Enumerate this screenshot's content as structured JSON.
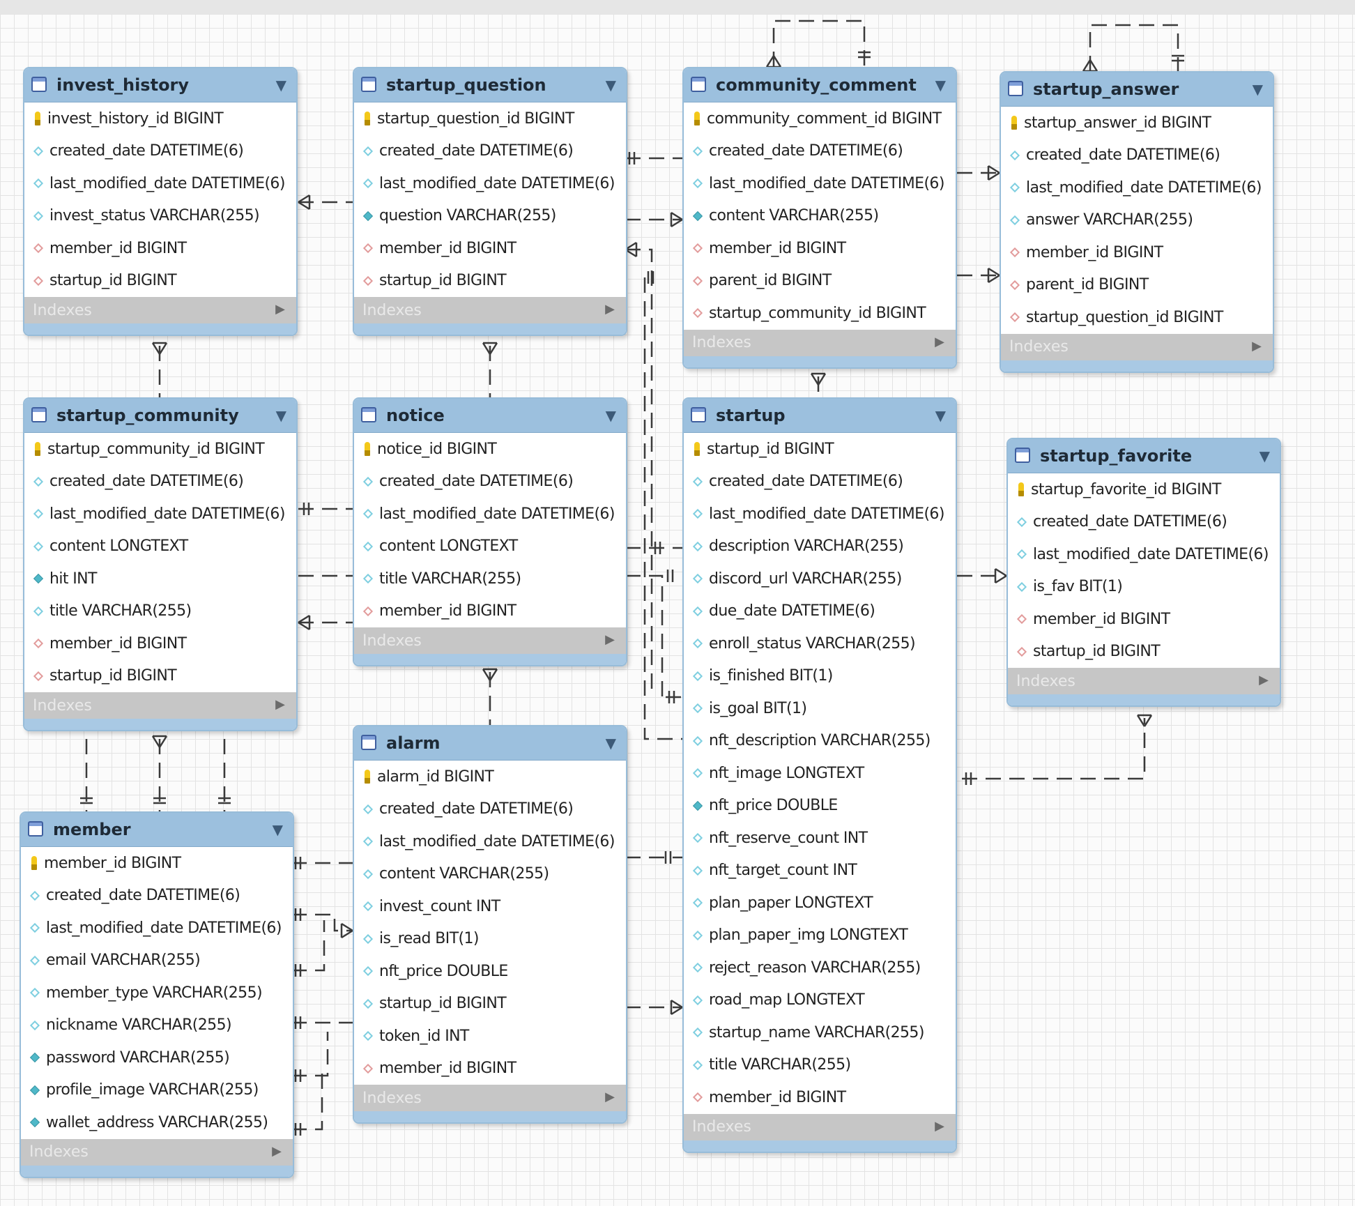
{
  "tables": {
    "invest_history": {
      "name": "invest_history",
      "columns": [
        {
          "kind": "pk",
          "text": "invest_history_id BIGINT"
        },
        {
          "kind": "nn",
          "text": "created_date DATETIME(6)"
        },
        {
          "kind": "nn",
          "text": "last_modified_date DATETIME(6)"
        },
        {
          "kind": "nn",
          "text": "invest_status VARCHAR(255)"
        },
        {
          "kind": "fk",
          "text": "member_id BIGINT"
        },
        {
          "kind": "fk",
          "text": "startup_id BIGINT"
        }
      ],
      "footer": "Indexes"
    },
    "startup_question": {
      "name": "startup_question",
      "columns": [
        {
          "kind": "pk",
          "text": "startup_question_id BIGINT"
        },
        {
          "kind": "nn",
          "text": "created_date DATETIME(6)"
        },
        {
          "kind": "nn",
          "text": "last_modified_date DATETIME(6)"
        },
        {
          "kind": "fill",
          "text": "question VARCHAR(255)"
        },
        {
          "kind": "fk",
          "text": "member_id BIGINT"
        },
        {
          "kind": "fk",
          "text": "startup_id BIGINT"
        }
      ],
      "footer": "Indexes"
    },
    "community_comment": {
      "name": "community_comment",
      "columns": [
        {
          "kind": "pk",
          "text": "community_comment_id BIGINT"
        },
        {
          "kind": "nn",
          "text": "created_date DATETIME(6)"
        },
        {
          "kind": "nn",
          "text": "last_modified_date DATETIME(6)"
        },
        {
          "kind": "fill",
          "text": "content VARCHAR(255)"
        },
        {
          "kind": "fk",
          "text": "member_id BIGINT"
        },
        {
          "kind": "fk",
          "text": "parent_id BIGINT"
        },
        {
          "kind": "fk",
          "text": "startup_community_id BIGINT"
        }
      ],
      "footer": "Indexes"
    },
    "startup_answer": {
      "name": "startup_answer",
      "columns": [
        {
          "kind": "pk",
          "text": "startup_answer_id BIGINT"
        },
        {
          "kind": "nn",
          "text": "created_date DATETIME(6)"
        },
        {
          "kind": "nn",
          "text": "last_modified_date DATETIME(6)"
        },
        {
          "kind": "nn",
          "text": "answer VARCHAR(255)"
        },
        {
          "kind": "fk",
          "text": "member_id BIGINT"
        },
        {
          "kind": "fk",
          "text": "parent_id BIGINT"
        },
        {
          "kind": "fk",
          "text": "startup_question_id BIGINT"
        }
      ],
      "footer": "Indexes"
    },
    "startup_community": {
      "name": "startup_community",
      "columns": [
        {
          "kind": "pk",
          "text": "startup_community_id BIGINT"
        },
        {
          "kind": "nn",
          "text": "created_date DATETIME(6)"
        },
        {
          "kind": "nn",
          "text": "last_modified_date DATETIME(6)"
        },
        {
          "kind": "nn",
          "text": "content LONGTEXT"
        },
        {
          "kind": "fill",
          "text": "hit INT"
        },
        {
          "kind": "nn",
          "text": "title VARCHAR(255)"
        },
        {
          "kind": "fk",
          "text": "member_id BIGINT"
        },
        {
          "kind": "fk",
          "text": "startup_id BIGINT"
        }
      ],
      "footer": "Indexes"
    },
    "notice": {
      "name": "notice",
      "columns": [
        {
          "kind": "pk",
          "text": "notice_id BIGINT"
        },
        {
          "kind": "nn",
          "text": "created_date DATETIME(6)"
        },
        {
          "kind": "nn",
          "text": "last_modified_date DATETIME(6)"
        },
        {
          "kind": "nn",
          "text": "content LONGTEXT"
        },
        {
          "kind": "nn",
          "text": "title VARCHAR(255)"
        },
        {
          "kind": "fk",
          "text": "member_id BIGINT"
        }
      ],
      "footer": "Indexes"
    },
    "startup": {
      "name": "startup",
      "columns": [
        {
          "kind": "pk",
          "text": "startup_id BIGINT"
        },
        {
          "kind": "nn",
          "text": "created_date DATETIME(6)"
        },
        {
          "kind": "nn",
          "text": "last_modified_date DATETIME(6)"
        },
        {
          "kind": "nn",
          "text": "description VARCHAR(255)"
        },
        {
          "kind": "nn",
          "text": "discord_url VARCHAR(255)"
        },
        {
          "kind": "nn",
          "text": "due_date DATETIME(6)"
        },
        {
          "kind": "nn",
          "text": "enroll_status VARCHAR(255)"
        },
        {
          "kind": "nn",
          "text": "is_finished BIT(1)"
        },
        {
          "kind": "nn",
          "text": "is_goal BIT(1)"
        },
        {
          "kind": "nn",
          "text": "nft_description VARCHAR(255)"
        },
        {
          "kind": "nn",
          "text": "nft_image LONGTEXT"
        },
        {
          "kind": "fill",
          "text": "nft_price DOUBLE"
        },
        {
          "kind": "nn",
          "text": "nft_reserve_count INT"
        },
        {
          "kind": "nn",
          "text": "nft_target_count INT"
        },
        {
          "kind": "nn",
          "text": "plan_paper LONGTEXT"
        },
        {
          "kind": "nn",
          "text": "plan_paper_img LONGTEXT"
        },
        {
          "kind": "nn",
          "text": "reject_reason VARCHAR(255)"
        },
        {
          "kind": "nn",
          "text": "road_map LONGTEXT"
        },
        {
          "kind": "nn",
          "text": "startup_name VARCHAR(255)"
        },
        {
          "kind": "nn",
          "text": "title VARCHAR(255)"
        },
        {
          "kind": "fk",
          "text": "member_id BIGINT"
        }
      ],
      "footer": "Indexes"
    },
    "startup_favorite": {
      "name": "startup_favorite",
      "columns": [
        {
          "kind": "pk",
          "text": "startup_favorite_id BIGINT"
        },
        {
          "kind": "nn",
          "text": "created_date DATETIME(6)"
        },
        {
          "kind": "nn",
          "text": "last_modified_date DATETIME(6)"
        },
        {
          "kind": "nn",
          "text": "is_fav BIT(1)"
        },
        {
          "kind": "fk",
          "text": "member_id BIGINT"
        },
        {
          "kind": "fk",
          "text": "startup_id BIGINT"
        }
      ],
      "footer": "Indexes"
    },
    "alarm": {
      "name": "alarm",
      "columns": [
        {
          "kind": "pk",
          "text": "alarm_id BIGINT"
        },
        {
          "kind": "nn",
          "text": "created_date DATETIME(6)"
        },
        {
          "kind": "nn",
          "text": "last_modified_date DATETIME(6)"
        },
        {
          "kind": "nn",
          "text": "content VARCHAR(255)"
        },
        {
          "kind": "nn",
          "text": "invest_count INT"
        },
        {
          "kind": "nn",
          "text": "is_read BIT(1)"
        },
        {
          "kind": "nn",
          "text": "nft_price DOUBLE"
        },
        {
          "kind": "nn",
          "text": "startup_id BIGINT"
        },
        {
          "kind": "nn",
          "text": "token_id INT"
        },
        {
          "kind": "fk",
          "text": "member_id BIGINT"
        }
      ],
      "footer": "Indexes"
    },
    "member": {
      "name": "member",
      "columns": [
        {
          "kind": "pk",
          "text": "member_id BIGINT"
        },
        {
          "kind": "nn",
          "text": "created_date DATETIME(6)"
        },
        {
          "kind": "nn",
          "text": "last_modified_date DATETIME(6)"
        },
        {
          "kind": "nn",
          "text": "email VARCHAR(255)"
        },
        {
          "kind": "nn",
          "text": "member_type VARCHAR(255)"
        },
        {
          "kind": "nn",
          "text": "nickname VARCHAR(255)"
        },
        {
          "kind": "fill",
          "text": "password VARCHAR(255)"
        },
        {
          "kind": "fill",
          "text": "profile_image VARCHAR(255)"
        },
        {
          "kind": "fill",
          "text": "wallet_address VARCHAR(255)"
        }
      ],
      "footer": "Indexes"
    }
  },
  "colors": {
    "header": "#9cc0de",
    "footer": "#c6c6c6",
    "pk_key": "#f3c81a",
    "not_null": "#7fcfe0",
    "foreign_key": "#e29c9c",
    "connector": "#3a3a3a"
  }
}
